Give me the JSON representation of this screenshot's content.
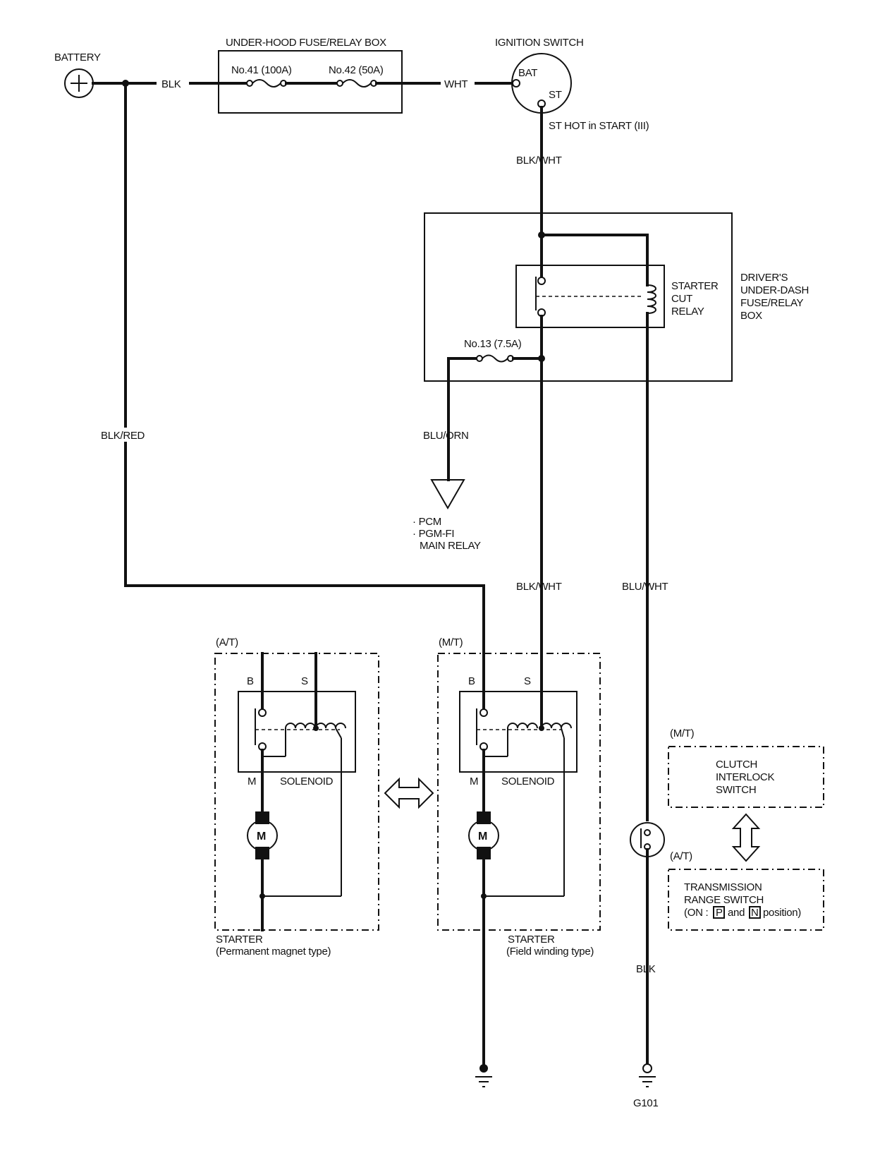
{
  "battery": {
    "label": "BATTERY"
  },
  "fuse_box_underhood": {
    "title": "UNDER-HOOD FUSE/RELAY BOX",
    "fuse1": "No.41 (100A)",
    "fuse2": "No.42 (50A)"
  },
  "ignition_switch": {
    "title": "IGNITION SWITCH",
    "bat": "BAT",
    "st": "ST",
    "note": "ST HOT in START (III)"
  },
  "wires": {
    "blk_top": "BLK",
    "wht_top": "WHT",
    "blk_wht_upper": "BLK/WHT",
    "blk_red": "BLK/RED",
    "blu_orn": "BLU/ORN",
    "blk_wht_lower": "BLK/WHT",
    "blu_wht": "BLU/WHT",
    "blk_bottom": "BLK"
  },
  "dash_box": {
    "line1": "DRIVER'S",
    "line2": "UNDER-DASH",
    "line3": "FUSE/RELAY",
    "line4": "BOX",
    "relay_line1": "STARTER",
    "relay_line2": "CUT",
    "relay_line3": "RELAY",
    "fuse13": "No.13 (7.5A)"
  },
  "pcm": {
    "line1": "· PCM",
    "line2": "· PGM-FI",
    "line3": "MAIN RELAY"
  },
  "starter_at": {
    "tag": "(A/T)",
    "b": "B",
    "s": "S",
    "m": "M",
    "solenoid": "SOLENOID",
    "motor": "M",
    "name": "STARTER",
    "sub": "(Permanent magnet type)"
  },
  "starter_mt": {
    "tag": "(M/T)",
    "b": "B",
    "s": "S",
    "m": "M",
    "solenoid": "SOLENOID",
    "motor": "M",
    "name": "STARTER",
    "sub": "(Field winding type)"
  },
  "clutch": {
    "tag": "(M/T)",
    "line1": "CLUTCH",
    "line2": "INTERLOCK",
    "line3": "SWITCH"
  },
  "trans_range": {
    "tag": "(A/T)",
    "line1": "TRANSMISSION",
    "line2": "RANGE SWITCH",
    "line3a": "(ON :",
    "p": "P",
    "line3b": "and",
    "n": "N",
    "line3c": "position)"
  },
  "ground": {
    "label": "G101"
  }
}
